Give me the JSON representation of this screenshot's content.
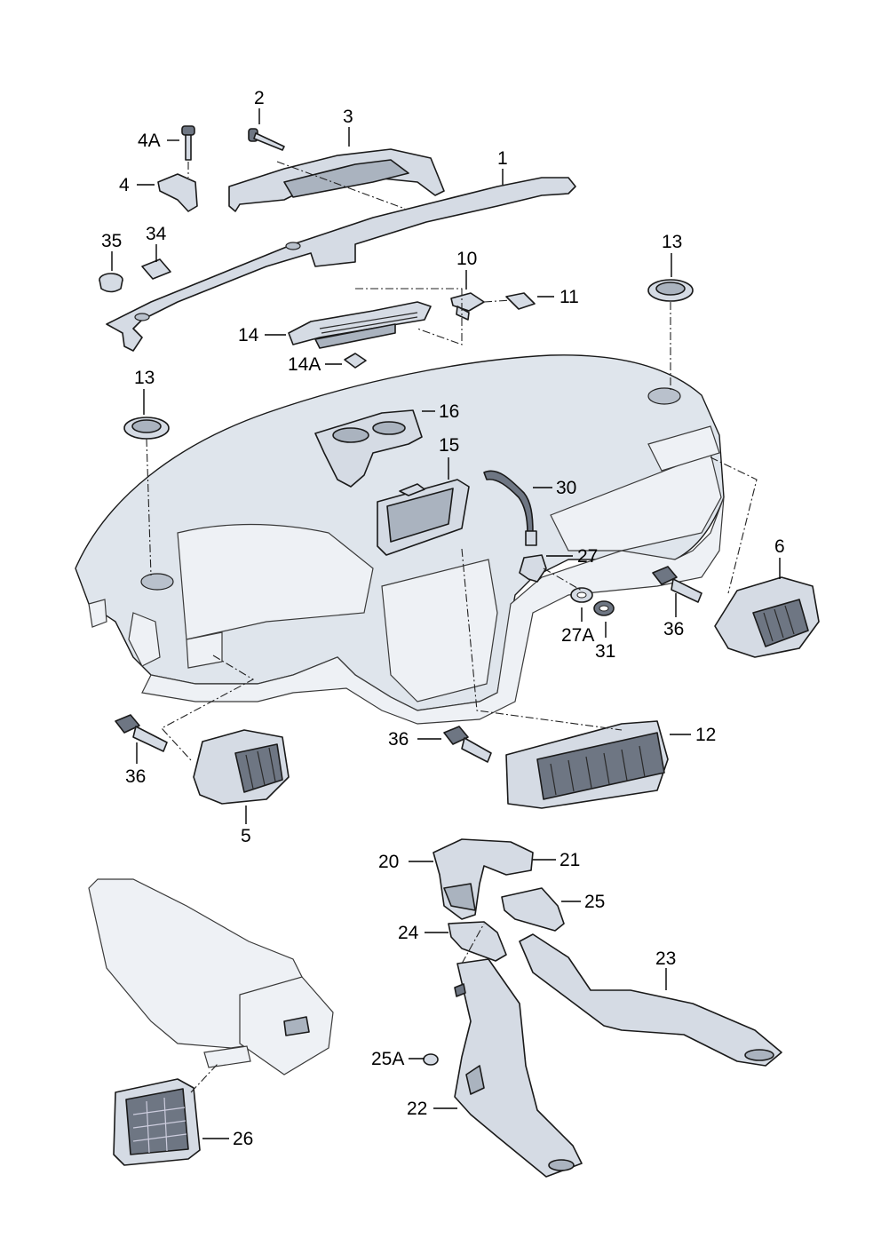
{
  "labels": {
    "p1": "1",
    "p2": "2",
    "p3": "3",
    "p4": "4",
    "p4A": "4A",
    "p5": "5",
    "p6": "6",
    "p10": "10",
    "p11": "11",
    "p12": "12",
    "p13a": "13",
    "p13b": "13",
    "p14": "14",
    "p14A": "14A",
    "p15": "15",
    "p16": "16",
    "p20": "20",
    "p21": "21",
    "p22": "22",
    "p23": "23",
    "p24": "24",
    "p25": "25",
    "p25A": "25A",
    "p26": "26",
    "p27": "27",
    "p27A": "27A",
    "p30": "30",
    "p31": "31",
    "p34": "34",
    "p35": "35",
    "p36a": "36",
    "p36b": "36",
    "p36c": "36"
  }
}
